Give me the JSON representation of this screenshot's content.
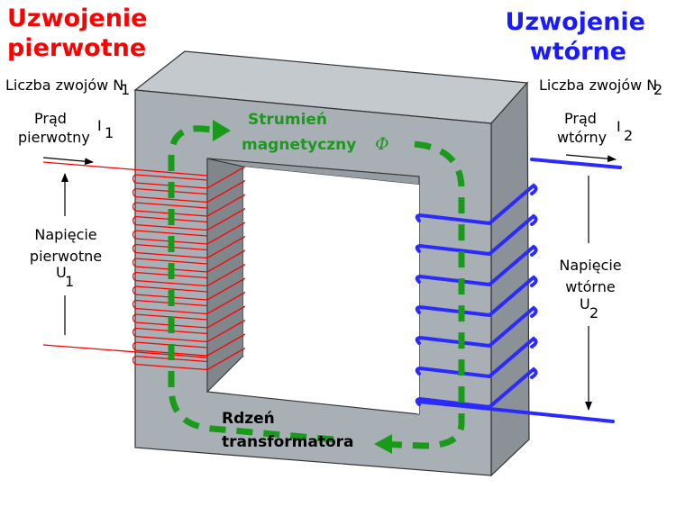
{
  "primary": {
    "title_line1": "Uzwojenie",
    "title_line2": "pierwotne",
    "turns_label": "Liczba zwojów N",
    "turns_sub": "1",
    "current_line1": "Prąd",
    "current_line2": "pierwotny",
    "current_symbol": "I",
    "current_sub": "1",
    "voltage_line1": "Napięcie",
    "voltage_line2": "pierwotne",
    "voltage_symbol": "U",
    "voltage_sub": "1",
    "color": "#ff0000"
  },
  "secondary": {
    "title_line1": "Uzwojenie",
    "title_line2": "wtórne",
    "turns_label": "Liczba zwojów N",
    "turns_sub": "2",
    "current_line1": "Prąd",
    "current_line2": "wtórny",
    "current_symbol": "I",
    "current_sub": "2",
    "voltage_line1": "Napięcie",
    "voltage_line2": "wtórne",
    "voltage_symbol": "U",
    "voltage_sub": "2",
    "color": "#1a1aff"
  },
  "flux": {
    "line1": "Strumień",
    "line2": "magnetyczny",
    "symbol": "Φ",
    "color": "#1a9a1a"
  },
  "core": {
    "line1": "Rdzeń",
    "line2": "transformatora",
    "front_color": "#a8b0b6",
    "side_color": "#8a9297",
    "top_color": "#c3c9cd"
  }
}
